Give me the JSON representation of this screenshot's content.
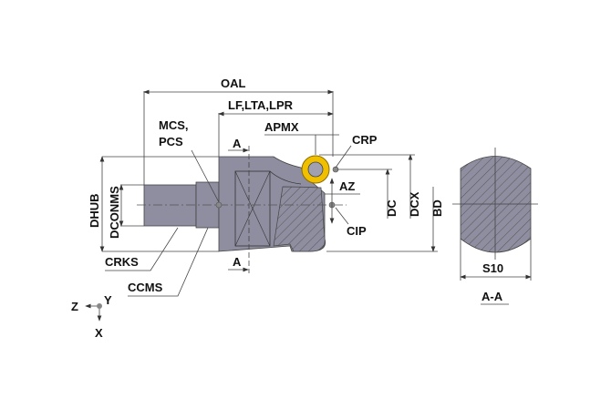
{
  "labels": {
    "oal": "OAL",
    "lf": "LF,LTA,LPR",
    "apmx": "APMX",
    "mcs": "MCS,",
    "pcs": "PCS",
    "crp": "CRP",
    "a_top": "A",
    "a_bottom": "A",
    "az": "AZ",
    "dc": "DC",
    "dcx": "DCX",
    "bd": "BD",
    "cip": "CIP",
    "dhub": "DHUB",
    "dconms": "DCONMS",
    "crks": "CRKS",
    "ccms": "CCMS",
    "s10": "S10",
    "section": "A-A"
  },
  "axes": {
    "z": "Z",
    "y": "Y",
    "x": "X"
  },
  "colors": {
    "body": "#8e8ea0",
    "insert": "#f0c000"
  }
}
